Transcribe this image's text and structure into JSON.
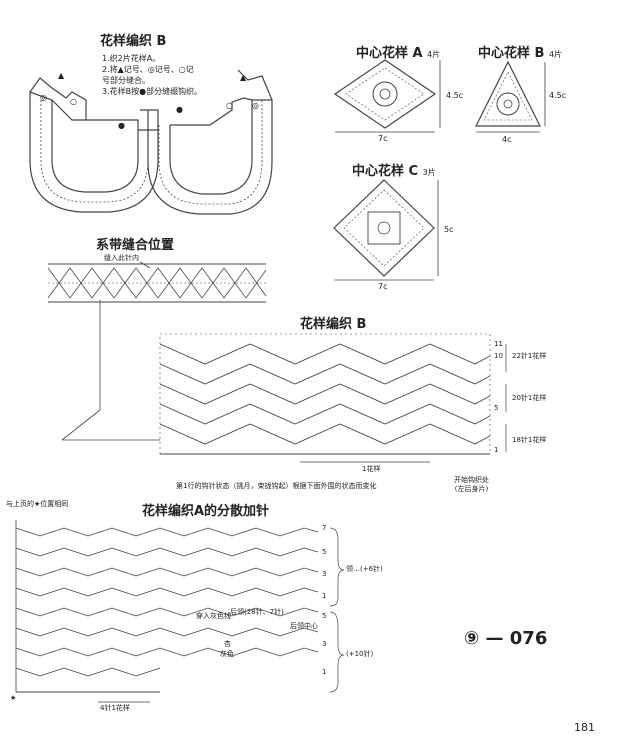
{
  "top_left": {
    "title": "花样编织 B",
    "notes": [
      "1.织2片花样A。",
      "2.将▲记号、◎记号、○记",
      "号部分缝合。",
      "3.花样B按●部分缝缀钩织。"
    ]
  },
  "motif_a": {
    "title": "中心花样 A",
    "qty": "4片",
    "width": "7c",
    "height": "4.5c"
  },
  "motif_b": {
    "title": "中心花样 B",
    "qty": "4片",
    "width": "4c",
    "height": "4.5c"
  },
  "motif_c": {
    "title": "中心花样 C",
    "qty": "3片",
    "width": "7c",
    "height": "5c"
  },
  "tie_band": {
    "title": "系带缝合位置",
    "arrow_label": "缝入此针内"
  },
  "pattern_b": {
    "title": "花样编织 B",
    "side_labels": [
      "22针1花样",
      "20针1花样",
      "18针1花样"
    ],
    "row_numbers": [
      "11",
      "10",
      "5",
      "1"
    ],
    "bottom_label": "1花样",
    "start_label": "开始钩织处",
    "start_label_2": "(左后身片)",
    "caption": "第1行的钩针状态（挑月，束拢钩起）根据下面外围的状态而变化"
  },
  "pattern_a": {
    "title": "花样编织A的分散加针",
    "corner_note": "与上页的★位置相同",
    "row_numbers": [
      "7",
      "5",
      "3",
      "1",
      "5",
      "3",
      "1"
    ],
    "bracket_top": "领…(+6针)",
    "bracket_bottom": "(+10针)",
    "label_grey_thread": "穿入灰色线",
    "label_back": "后领(28针、7针)",
    "label_back_center": "后领中心",
    "label_color_1": "杏",
    "label_color_2": "灰色",
    "bottom_label": "4针1花样",
    "star": "★"
  },
  "page_code": "⑨ — 076",
  "page_number": "181"
}
